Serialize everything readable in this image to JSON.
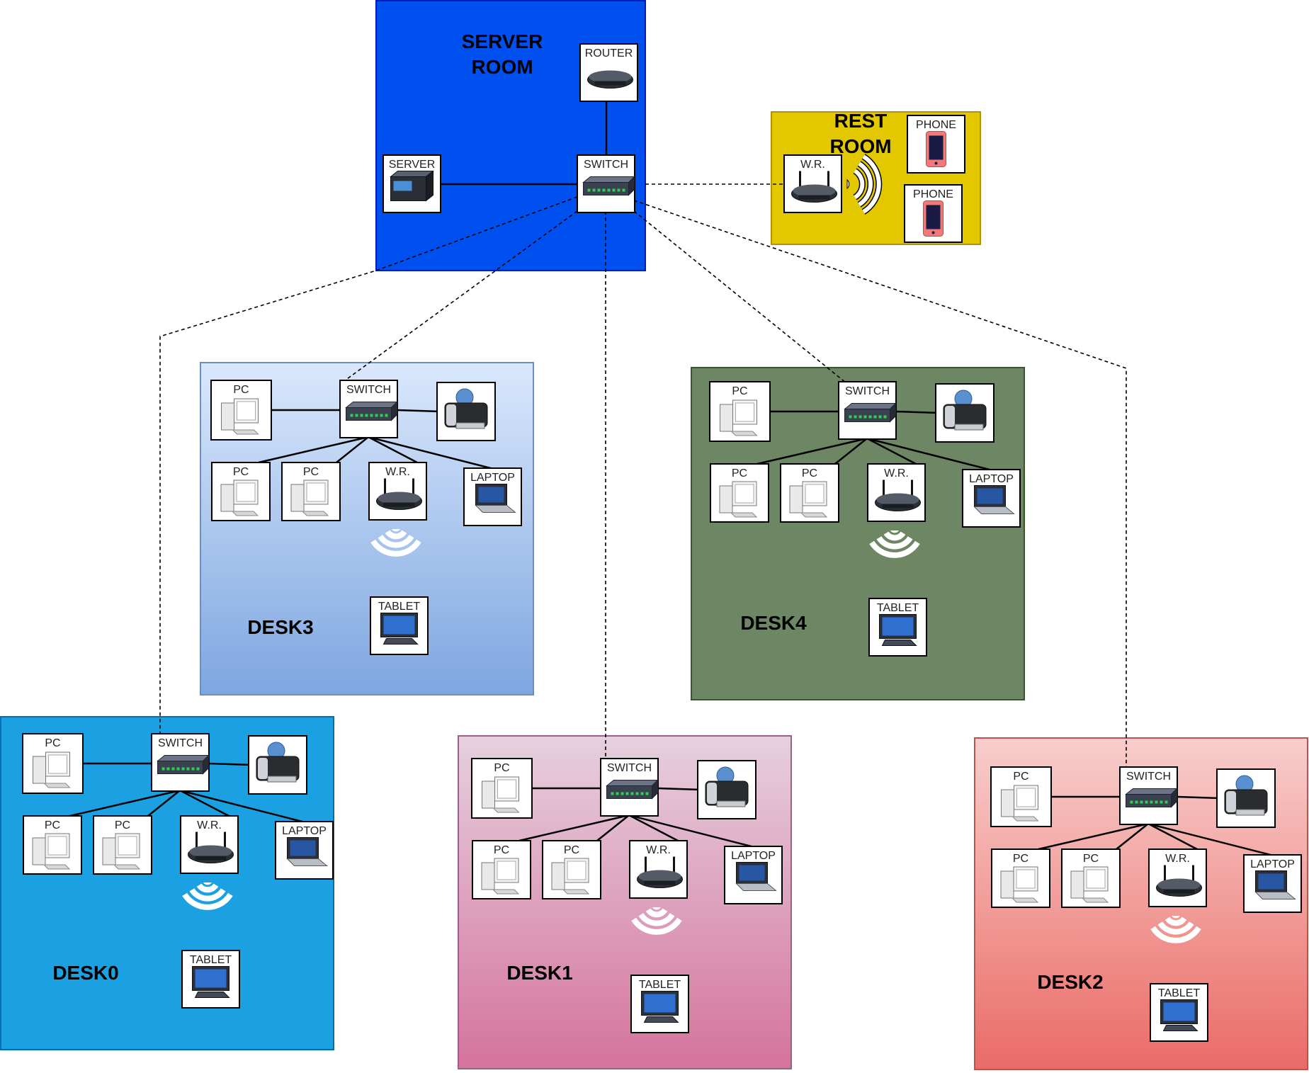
{
  "labels": {
    "server": "SERVER",
    "router": "ROUTER",
    "switch": "SWITCH",
    "pc": "PC",
    "wr": "W.R.",
    "laptop": "LAPTOP",
    "tablet": "TABLET",
    "phone": "PHONE"
  },
  "rooms": {
    "server_room": {
      "line1": "SERVER",
      "line2": "ROOM",
      "color": "#0050EF"
    },
    "rest_room": {
      "line1": "REST",
      "line2": "ROOM",
      "color": "#E3C800"
    },
    "desk3": {
      "name": "DESK3",
      "color_top": "#DAE8FC",
      "color_bottom": "#7EA6E0"
    },
    "desk4": {
      "name": "DESK4",
      "color": "#6D8764"
    },
    "desk0": {
      "name": "DESK0",
      "color": "#1BA1E2"
    },
    "desk1": {
      "name": "DESK1",
      "color_top": "#E6D0DE",
      "color_bottom": "#D5739D"
    },
    "desk2": {
      "name": "DESK2",
      "color_top": "#F8CECC",
      "color_bottom": "#EA6B66"
    }
  },
  "icons": {
    "server": "server-icon",
    "router": "router-icon",
    "switch": "switch-icon",
    "pc": "desktop-pc-icon",
    "printer": "printer-icon",
    "wr": "wireless-router-icon",
    "laptop": "laptop-icon",
    "tablet": "tablet-icon",
    "phone": "phone-icon",
    "wifi": "wifi-signal-icon"
  }
}
